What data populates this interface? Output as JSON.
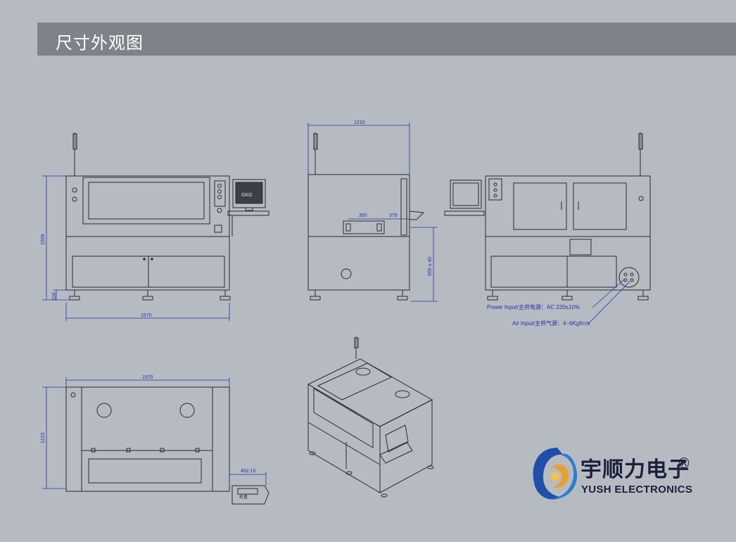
{
  "header": {
    "title": "尺寸外观图"
  },
  "dimensions": {
    "front_height": "1509",
    "front_foot": "100",
    "front_width": "1970",
    "side_depth": "1210",
    "side_offset_a": "350",
    "side_offset_b": "379",
    "side_conveyor_height": "900 ± 40",
    "top_width": "1970",
    "top_depth": "1210",
    "top_tray_offset": "452.15"
  },
  "annotations": {
    "power_input": "Power Input/主供电源：AC 220±10%",
    "air_input": "Air Input/主供气源：4~6Kgf/cm"
  },
  "monitor_brand": "GKG",
  "tray_label": "机盒",
  "logo": {
    "cn": "宇顺力电子",
    "reg": "®",
    "en": "YUSH ELECTRONICS"
  }
}
